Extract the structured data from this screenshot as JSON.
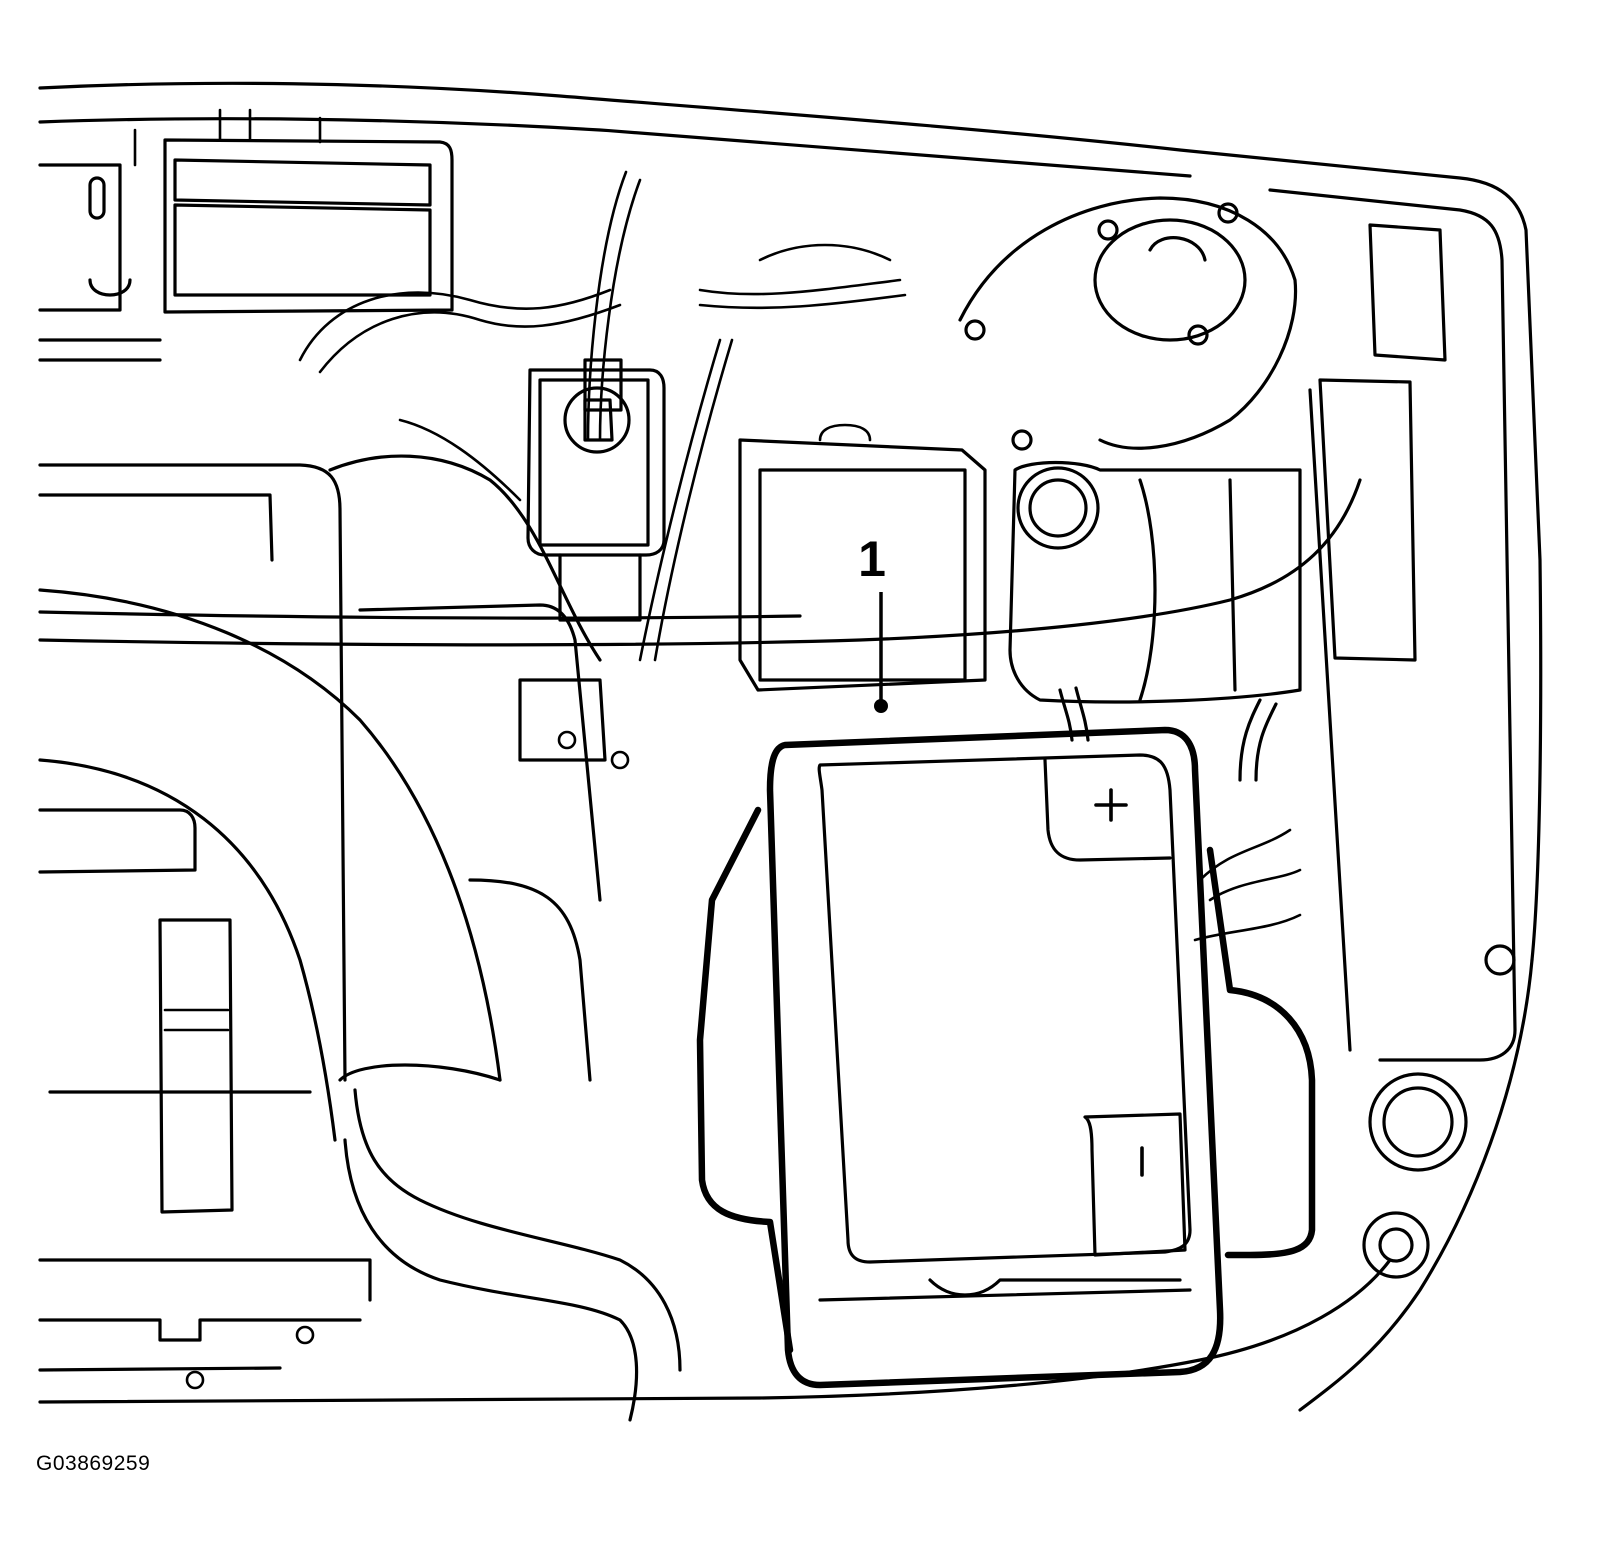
{
  "figure": {
    "id_label": "G03869259",
    "callouts": [
      {
        "number": "1"
      }
    ]
  },
  "icons": {
    "positive": "plus-sign",
    "negative": "minus-sign"
  }
}
